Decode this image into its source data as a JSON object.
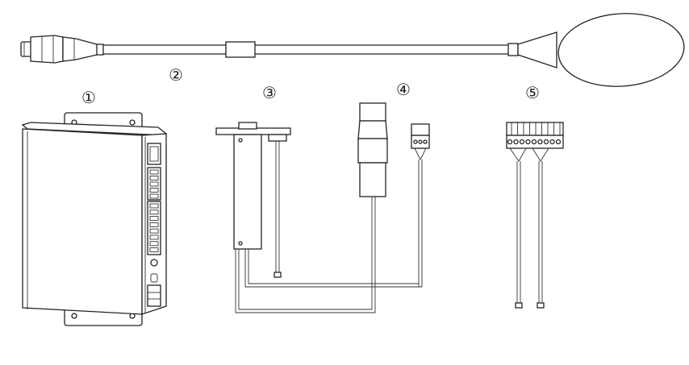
{
  "figure": {
    "labels": [
      "①",
      "②",
      "③",
      "④",
      "⑤"
    ]
  },
  "components": [
    {
      "key": "control-box",
      "label": "①"
    },
    {
      "key": "gooseneck-microphone",
      "label": "②"
    },
    {
      "key": "mounting-bracket",
      "label": "③"
    },
    {
      "key": "connector-cable",
      "label": "④"
    },
    {
      "key": "terminal-block-cable",
      "label": "⑤"
    }
  ]
}
